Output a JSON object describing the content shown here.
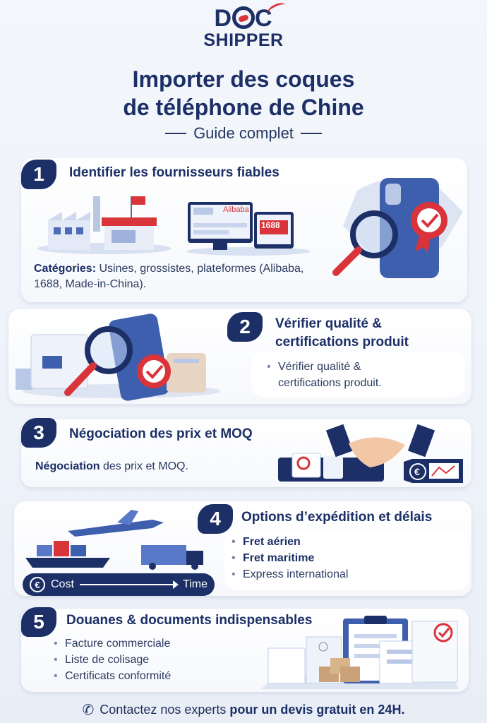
{
  "logo": {
    "top": "DOC",
    "bottom": "SHIPPER"
  },
  "header": {
    "title_line1": "Importer des coques",
    "title_line2": "de téléphone de Chine",
    "subtitle": "Guide complet"
  },
  "steps": [
    {
      "number": "1",
      "title": "Identifier les fournisseurs fiables",
      "body_bold": "Catégories:",
      "body_rest": " Usines, grossistes, plateformes (Alibaba, 1688, Made-in-China).",
      "screen_labels": [
        "Alibaba",
        "1688"
      ]
    },
    {
      "number": "2",
      "title_line1": "Vérifier qualité &",
      "title_line2": "certifications produit",
      "bullet_line1": "Vérifier qualité &",
      "bullet_line2": "certifications produit."
    },
    {
      "number": "3",
      "title": "Négociation des prix et MOQ",
      "body_bold": "Négociation",
      "body_rest": " des prix et MOQ."
    },
    {
      "number": "4",
      "title": "Options d’expédition et délais",
      "bullets": [
        "Fret aérien",
        "Fret maritime",
        "Express international"
      ],
      "cost_label": "Cost",
      "time_label": "Time"
    },
    {
      "number": "5",
      "title": "Douanes & documents indispensables",
      "bullets": [
        "Facture commerciale",
        "Liste de colisage",
        "Certificats conformité"
      ]
    }
  ],
  "footer": {
    "contact_normal": "Contactez nos experts ",
    "contact_bold": "pour un devis gratuit en 24H."
  },
  "colors": {
    "navy": "#1c2f66",
    "red": "#d9343a",
    "light_blue": "#5a78c8"
  }
}
